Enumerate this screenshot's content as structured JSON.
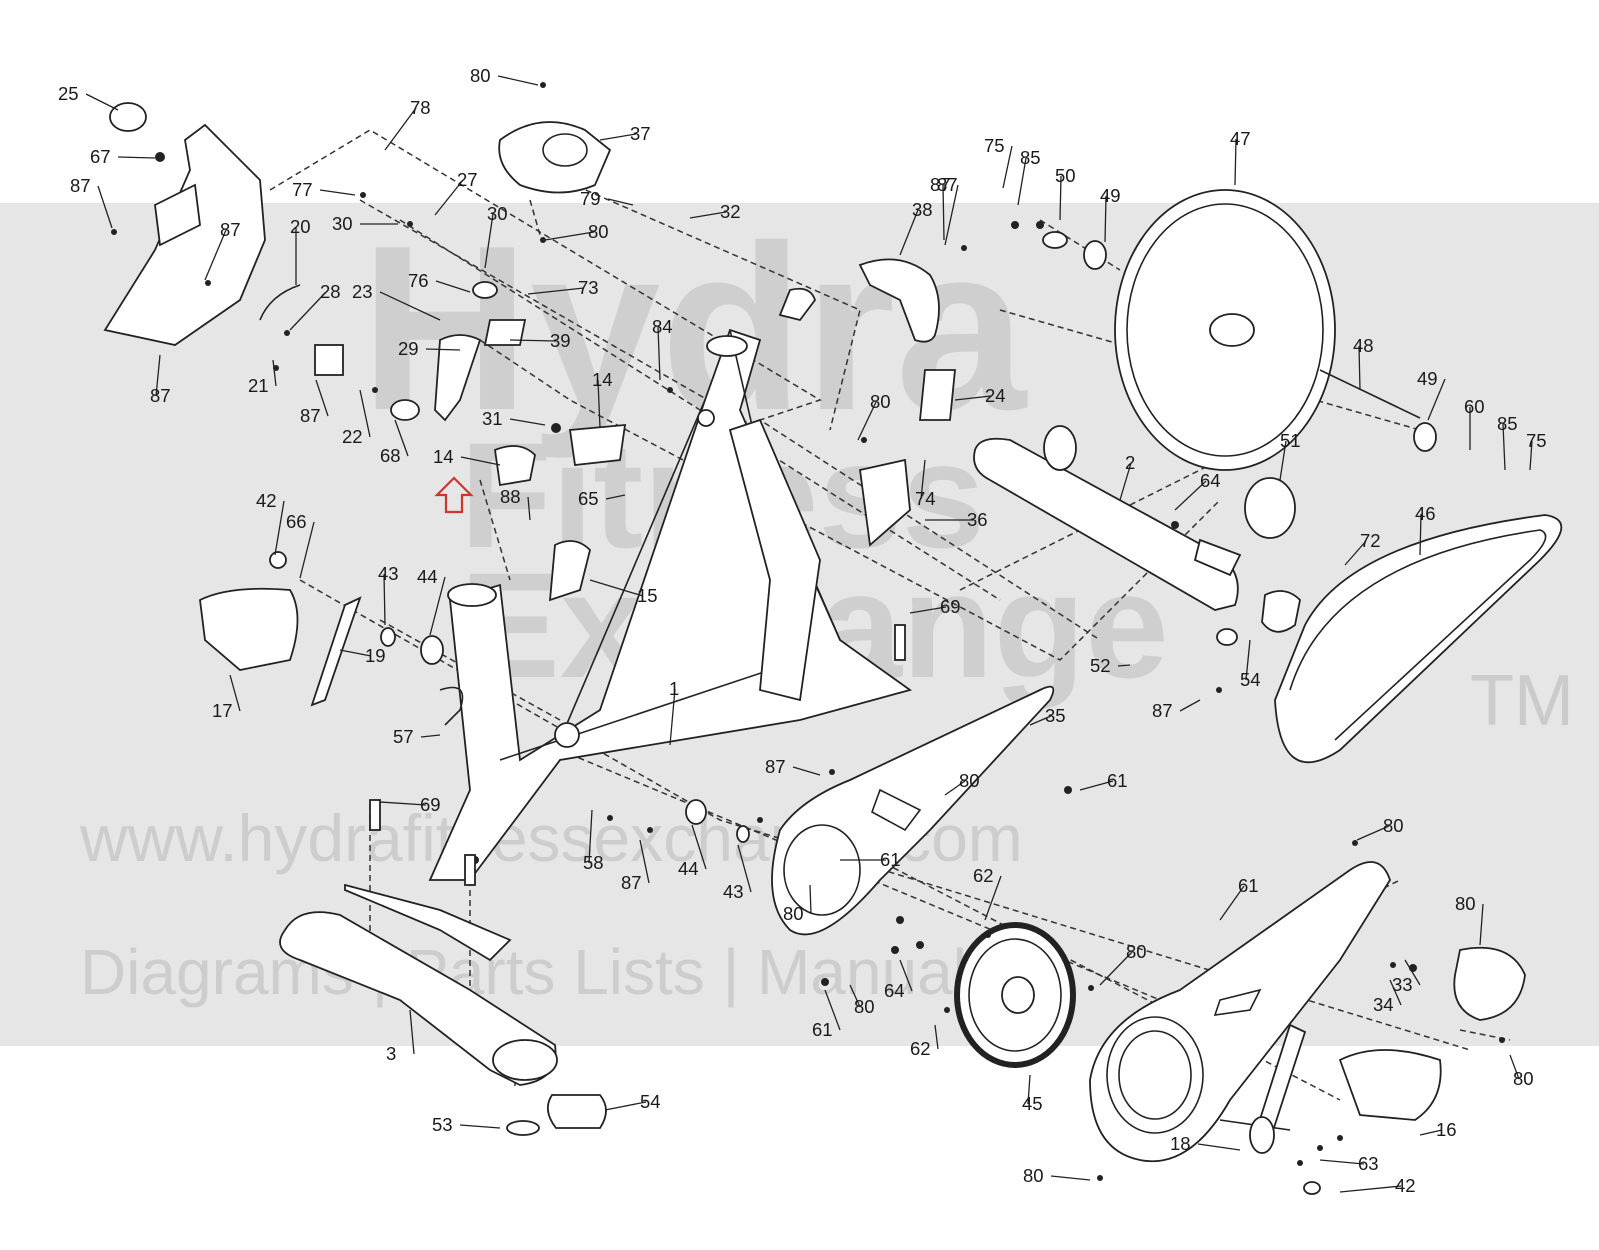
{
  "watermark": {
    "brand_line1": "Hydra",
    "brand_line2": "Fitness",
    "brand_line3": "Exchange",
    "trademark": "TM",
    "website": "www.hydrafitnessexchange.com",
    "tagline": "Diagrams | Parts Lists | Manuals"
  },
  "colors": {
    "line": "#222222",
    "band": "#e6e6e6",
    "watermark": "#c9c9c9",
    "highlight_arrow": "#d0342c"
  },
  "highlight": {
    "part": "14",
    "icon": "up-arrow-icon"
  },
  "labels": [
    "25",
    "80",
    "78",
    "37",
    "67",
    "87",
    "77",
    "27",
    "30",
    "30",
    "79",
    "32",
    "80",
    "87",
    "20",
    "87",
    "28",
    "76",
    "73",
    "23",
    "29",
    "39",
    "87",
    "21",
    "87",
    "22",
    "68",
    "31",
    "14",
    "14",
    "84",
    "65",
    "88",
    "15",
    "42",
    "66",
    "43",
    "44",
    "17",
    "19",
    "57",
    "1",
    "69",
    "58",
    "87",
    "44",
    "43",
    "38",
    "87",
    "75",
    "85",
    "50",
    "49",
    "47",
    "24",
    "80",
    "74",
    "36",
    "2",
    "64",
    "51",
    "48",
    "49",
    "60",
    "85",
    "75",
    "46",
    "72",
    "69",
    "52",
    "54",
    "87",
    "35",
    "61",
    "87",
    "80",
    "61",
    "80",
    "62",
    "64",
    "62",
    "80",
    "61",
    "80",
    "34",
    "80",
    "33",
    "80",
    "61",
    "80",
    "45",
    "18",
    "63",
    "16",
    "42",
    "80",
    "3",
    "53",
    "54"
  ]
}
